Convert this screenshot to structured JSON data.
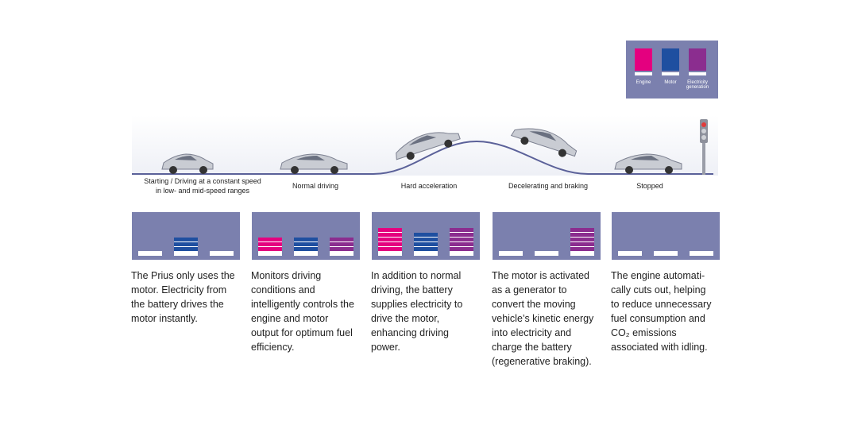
{
  "legend": {
    "items": [
      {
        "label": "Engine",
        "color": "#e4007f"
      },
      {
        "label": "Motor",
        "color": "#1f4fa0"
      },
      {
        "label": "Electricity generation",
        "color": "#8b2d8f"
      }
    ]
  },
  "stages": [
    {
      "label": "Starting / Driving at a constant speed\nin low- and mid-speed ranges",
      "levels": {
        "engine": 0,
        "motor": 3,
        "generation": 0
      },
      "description": "The Prius only uses the\nmotor. Electricity from\nthe battery drives the\nmotor instantly."
    },
    {
      "label": "Normal driving",
      "levels": {
        "engine": 3,
        "motor": 3,
        "generation": 3
      },
      "description": "Monitors driving\nconditions and\nintelligently controls the\nengine and motor\noutput for optimum fuel\nefficiency."
    },
    {
      "label": "Hard acceleration",
      "levels": {
        "engine": 5,
        "motor": 4,
        "generation": 5
      },
      "description": "In addition to normal\ndriving, the battery\nsupplies electricity to\ndrive the motor,\nenhancing driving\npower."
    },
    {
      "label": "Decelerating and braking",
      "levels": {
        "engine": 0,
        "motor": 0,
        "generation": 5
      },
      "description": "The motor is activated\nas a generator to\nconvert the moving\nvehicle’s kinetic energy\ninto electricity and\ncharge the battery\n(regenerative braking)."
    },
    {
      "label": "Stopped",
      "levels": {
        "engine": 0,
        "motor": 0,
        "generation": 0
      },
      "description": "The engine automati-\ncally cuts out, helping\nto reduce unnecessary\nfuel consumption and\nCO₂ emissions\nassociated with idling."
    }
  ]
}
